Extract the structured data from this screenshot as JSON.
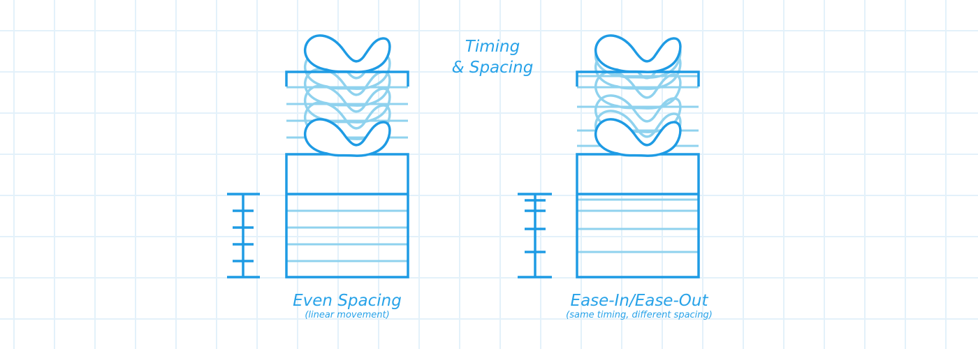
{
  "title": {
    "line1": "Timing",
    "line2": "& Spacing"
  },
  "panels": [
    {
      "caption": "Even Spacing",
      "subcaption": "(linear movement)",
      "spacing": "even"
    },
    {
      "caption": "Ease-In/Ease-Out",
      "subcaption": "(same timing, different spacing)",
      "spacing": "ease-in-ease-out"
    }
  ],
  "colors": {
    "primary": "#1e9be4",
    "ghost": "#8fd2ee",
    "grid": "#e3f1fa",
    "background": "#ffffff"
  }
}
